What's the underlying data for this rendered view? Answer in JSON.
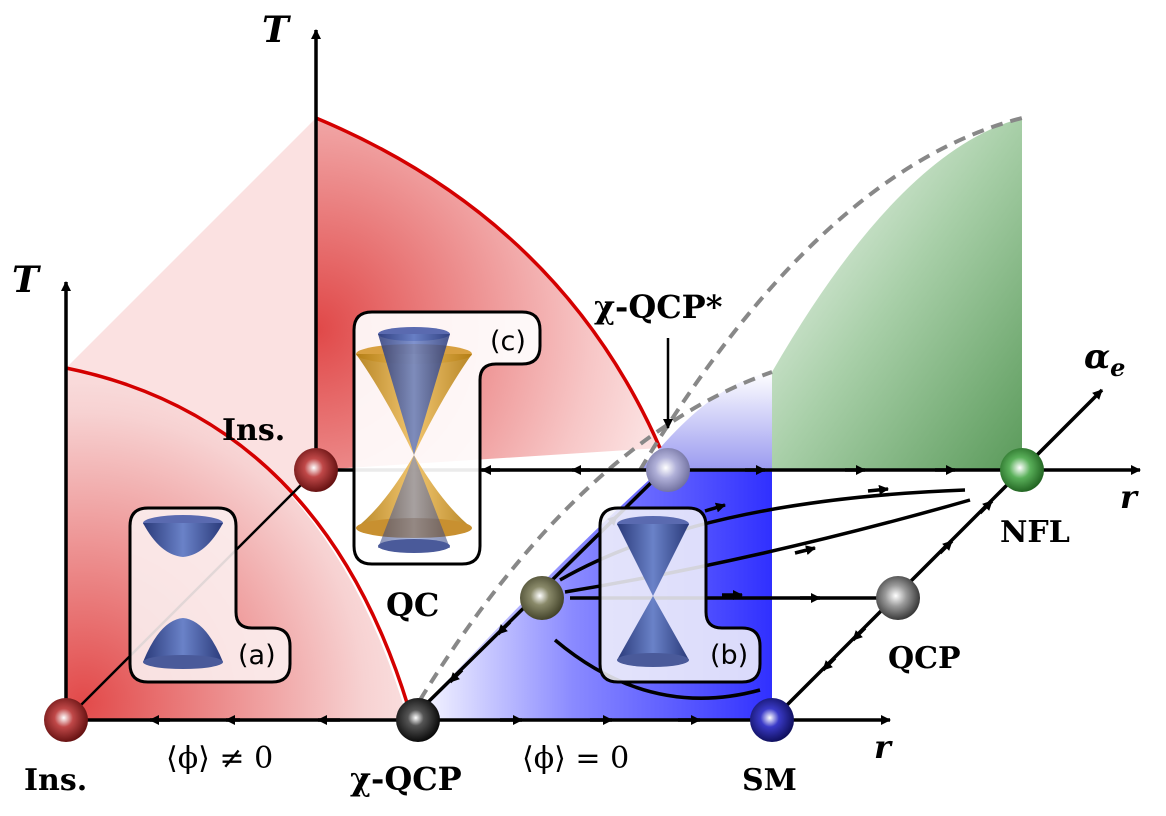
{
  "axes": {
    "temperature_label": "T",
    "tuning_label": "r",
    "coupling_label": "α",
    "coupling_subscript": "e"
  },
  "points": {
    "insulator_front": "Ins.",
    "insulator_back": "Ins.",
    "chiral_qcp": "χ-QCP",
    "chiral_qcp_star": "χ-QCP*",
    "semimetal": "SM",
    "quantum_critical": "QC",
    "qcp": "QCP",
    "nfl": "NFL"
  },
  "regions": {
    "ordered": "⟨ϕ⟩ ≠ 0",
    "disordered": "⟨ϕ⟩ = 0"
  },
  "insets": {
    "a": "(a)",
    "b": "(b)",
    "c": "(c)"
  },
  "colors": {
    "ordered_phase": "#e05a5a",
    "semimetal_phase": "#3a3aff",
    "nfl_phase": "#5a9a5a",
    "phase_boundary": "#d40000",
    "crossover": "#888888"
  }
}
